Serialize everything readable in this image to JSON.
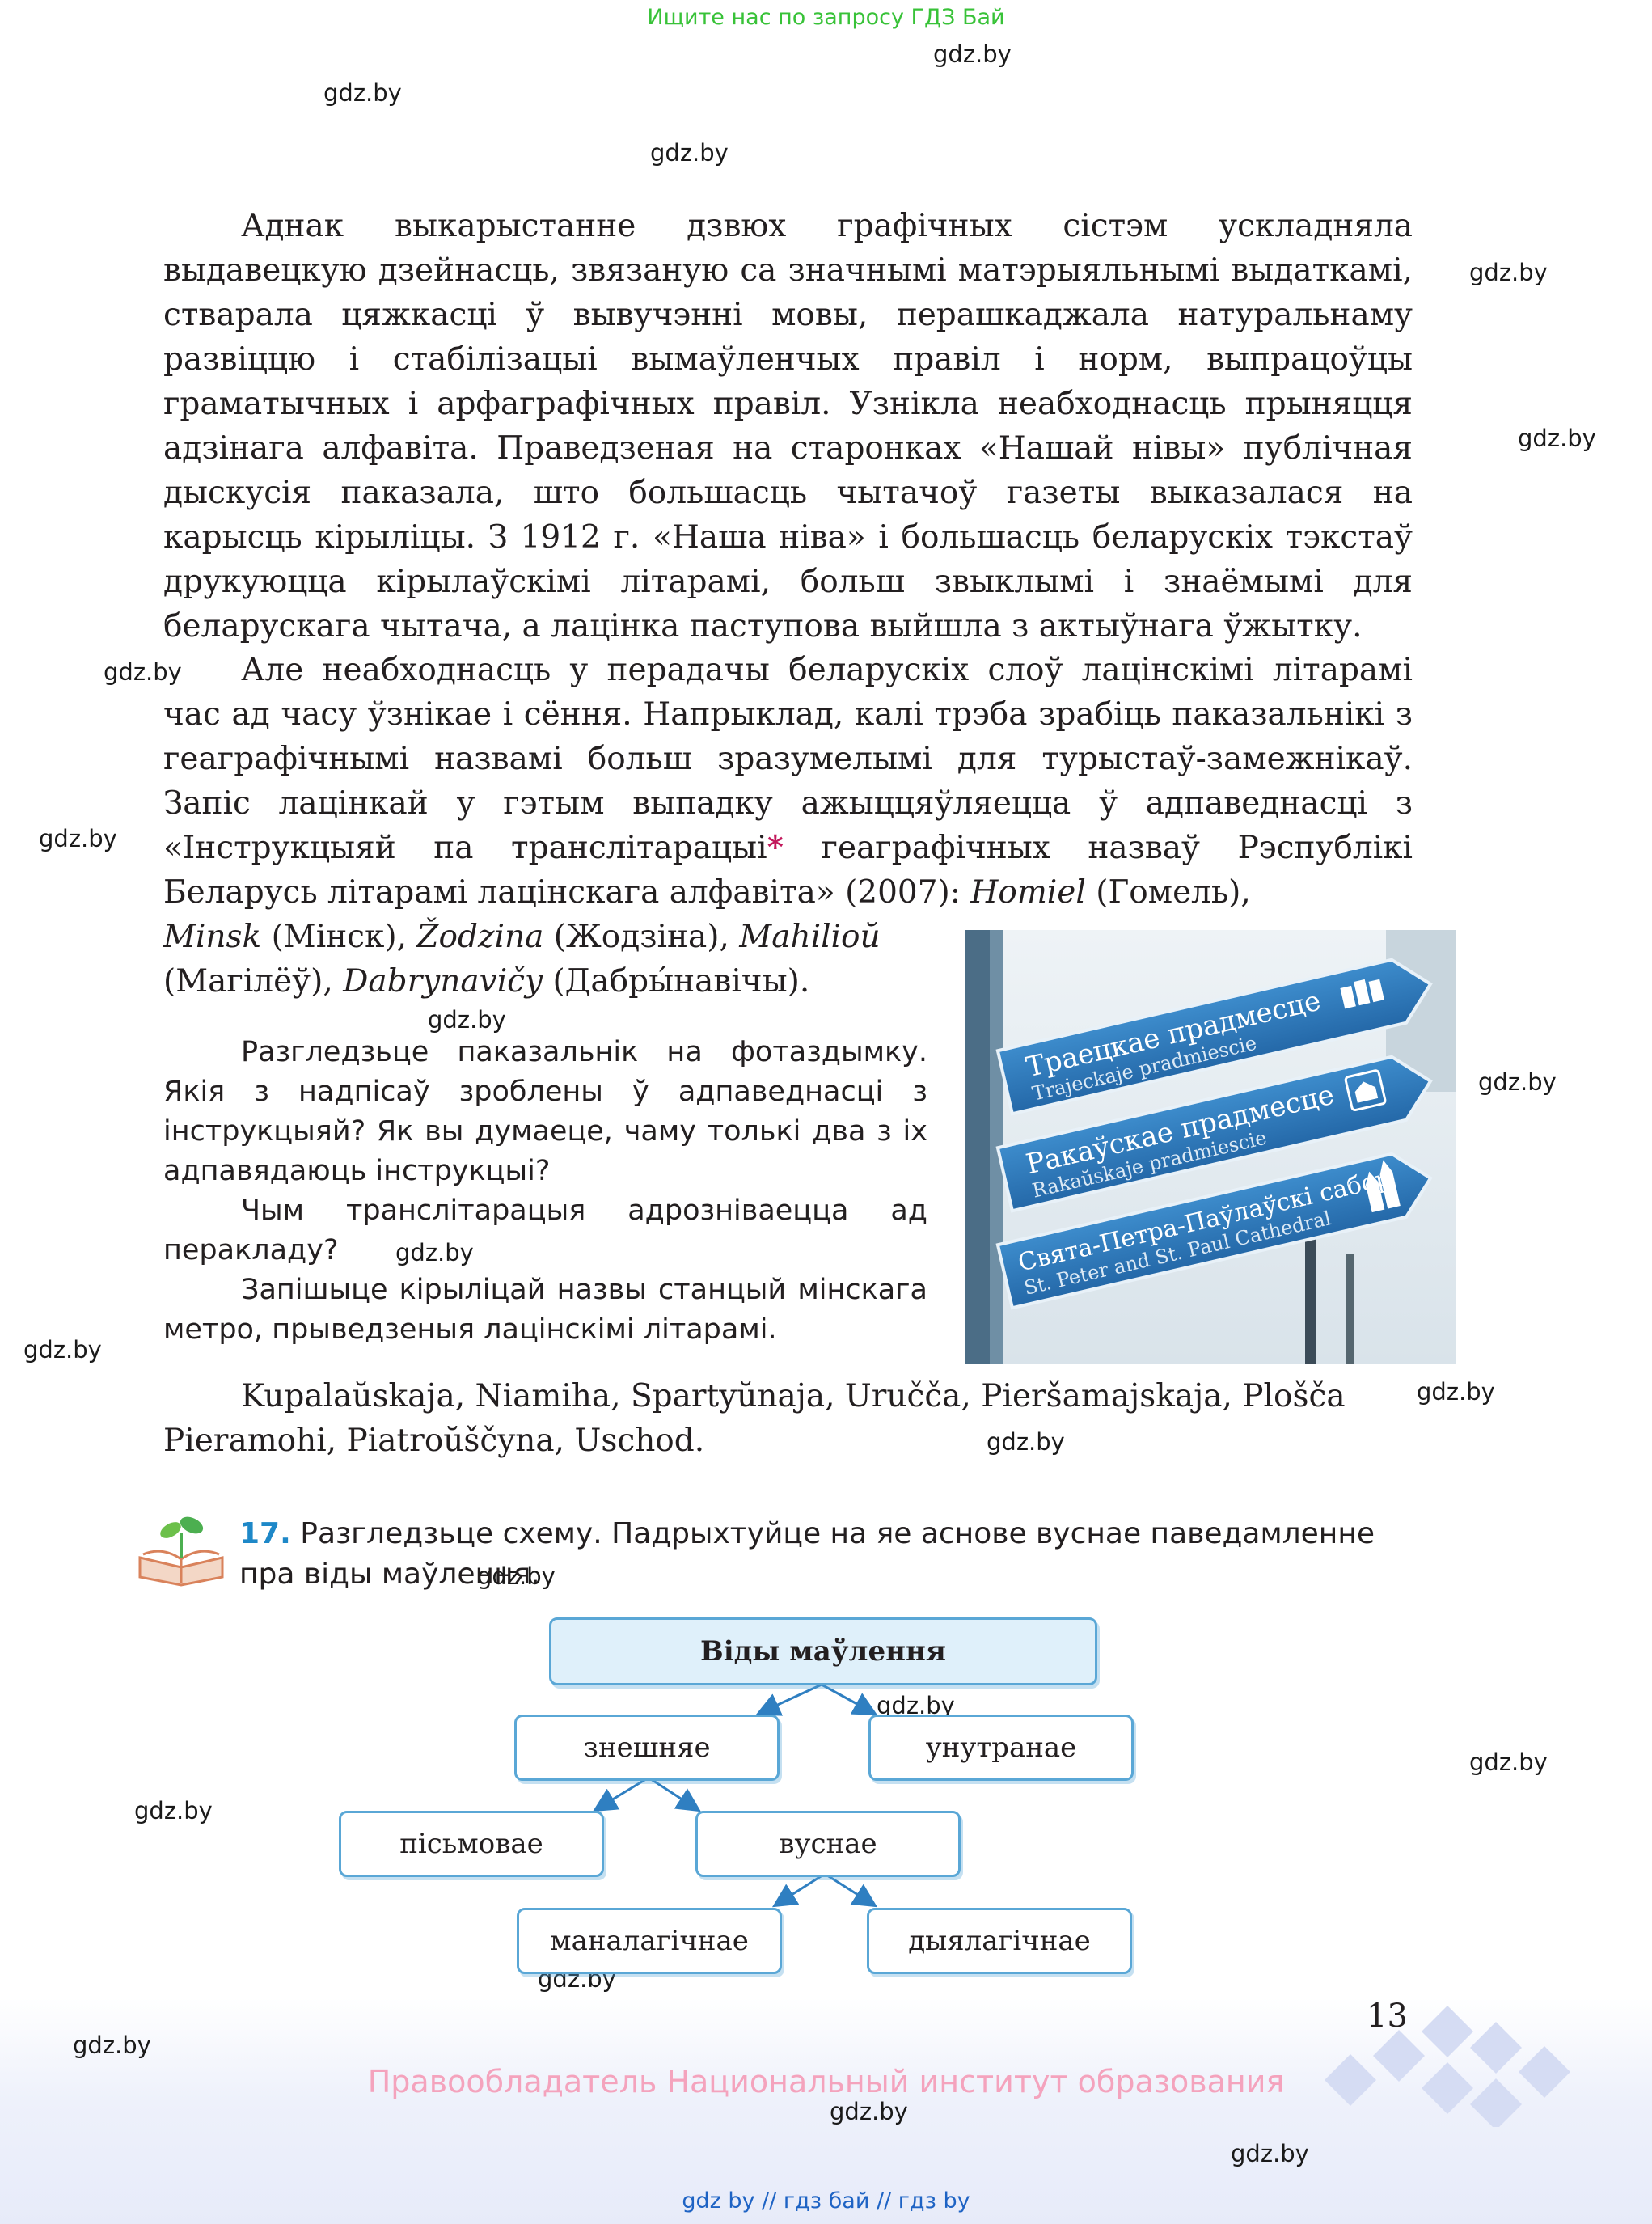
{
  "header": {
    "search_hint": "Ищите нас по запросу ГДЗ Бай"
  },
  "watermark": "gdz.by",
  "paragraph1": "Аднак выкарыстанне дзвюх графічных сістэм ускладняла выдавецкую дзейнасць, звязаную са значнымі матэрыяльнымі выдаткамі, стварала цяжкасці ў вывучэнні мовы, перашкаджала натуральнаму развіццю і стабілізацыі вымаўленчых правіл і норм, выпрацоўцы граматычных і арфаграфічных правіл. Узнікла неабходнасць прыняцця адзінага алфавіта. Праведзеная на старонках «Нашай нівы» публічная дыскусія паказала, што большасць чытачоў газеты выказалася на карысць кірыліцы. З 1912 г. «Наша ніва» і большасць беларускіх тэкстаў друкуюцца кірылаўскімі літарамі, больш звыклымі і знаёмымі для беларускага чытача, а лацінка паступова выйшла з актыўнага ўжытку.",
  "paragraph2": {
    "before_star": "Але неабходнасць у перадачы беларускіх слоў лацінскімі літарамі час ад часу ўзнікае і сёння. Напрыклад, калі трэба зрабіць паказальнікі з геаграфічнымі назвамі больш зразумелымі для турыстаў-замежнікаў. Запіс лацінкай у гэтым выпадку ажыццяўляецца ў адпаведнасці з «Інструкцыяй па транслітарацыі",
    "star": "*",
    "after_star": " геаграфічных назваў Рэспублікі Беларусь літарамі лацінскага алфавіта» (2007):",
    "ex1_latin": "Homiel",
    "ex1_cyr": " (Гомель),",
    "ex2_latin": "Minsk",
    "ex2_cyr": " (Мінск),",
    "ex3_latin": "Žodzina",
    "ex3_cyr": " (Жодзіна),",
    "ex4_latin": "Mahilioŭ",
    "ex4_cyr": " (Магілёў),",
    "ex5_latin": "Dabrynavičy",
    "ex5_cyr": " (Дабры́навічы)."
  },
  "questions": [
    "Разгледзьце паказальнік на фотаздымку. Якія з надпісаў зроблены ў адпаведнасці з інструкцыяй? Як вы думаеце, чаму толькі два з іх адпавядаюць інструкцыі?",
    "Чым транслітарацыя адрозніваецца ад перакладу?",
    "Запішыце кірыліцай назвы станцый мінскага метро, прыведзеныя лацінскімі літарамі."
  ],
  "metro_stations": "Kupalaŭskaja, Niamiha, Spartyŭnaja, Uručča, Pieršamajskaja, Plošča Pieramohi, Piatroŭščyna, Uschod.",
  "sign": {
    "sign1_cyr": "Траецкае прадмесце",
    "sign1_lat": "Trajeckaje pradmiescie",
    "sign2_cyr": "Ракаўскае прадмесце",
    "sign2_lat": "Rakaŭskaje pradmiescie",
    "sign3_cyr": "Свята-Петра-Паўлаўскі сабор",
    "sign3_lat": "St. Peter and St. Paul Cathedral"
  },
  "task": {
    "number": "17.",
    "text": "Разгледзьце схему. Падрыхтуйце на яе аснове вуснае паведамленне пра віды маўлення."
  },
  "scheme": {
    "root": "Віды маўлення",
    "external": "знешняе",
    "internal": "унутранае",
    "written": "пісьмовае",
    "oral": "вуснае",
    "monologic": "маналагічнае",
    "dialogic": "дыялагічнае"
  },
  "colors": {
    "accent_blue": "#1e88c8",
    "box_border": "#5aa7d6",
    "banner_green": "#38c238",
    "copyright_pink": "#f4a3bd",
    "star_magenta": "#c2185b",
    "sign_blue": "#2f7fc1"
  },
  "footer": {
    "page_number": "13",
    "copyright": "Правообладатель Национальный институт образования",
    "links": "gdz by  //  гдз бай  //  гдз by"
  }
}
